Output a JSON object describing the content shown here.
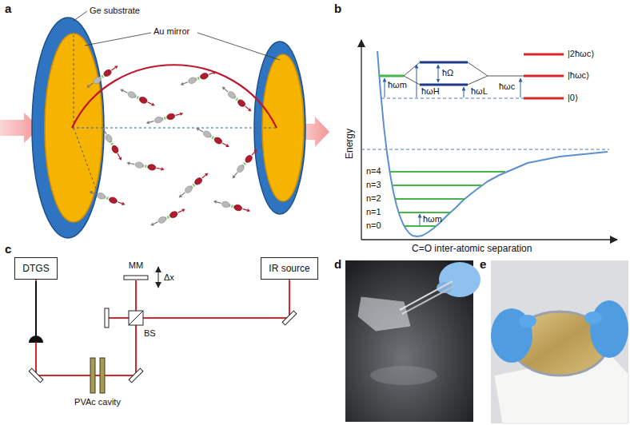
{
  "diagram": {
    "nodes": [
      {
        "text": [
          "DTGS"
        ]
      },
      {
        "text": [
          "IR source"
        ]
      }
    ],
    "edges": [
      {
        "from": 1,
        "to": 0,
        "arrow": "none"
      }
    ],
    "labels": [
      "a",
      "Ge substrate",
      "Au mirror",
      "b",
      "Energy",
      "C=O inter-atomic separation",
      "n=4",
      "n=3",
      "n=2",
      "n=1",
      "n=0",
      "ħωm",
      "ħωm",
      "ħωH",
      "ħΩ",
      "ħωL",
      "ħωc",
      "|2ħωc⟩",
      "|ħωc⟩",
      "|0⟩",
      "c",
      "MM",
      "Δx",
      "BS",
      "PVAc cavity",
      "d",
      "e"
    ]
  }
}
